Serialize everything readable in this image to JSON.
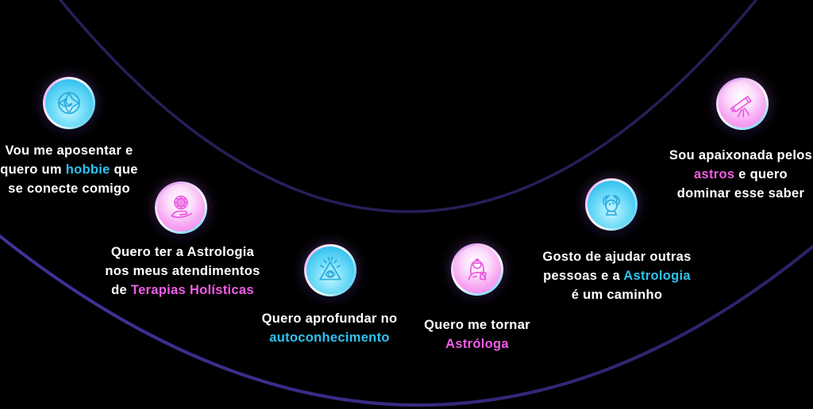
{
  "canvas_background": "#000000",
  "colors": {
    "text": "#ffffff",
    "cyan": "#2cc3f2",
    "pink": "#f25ce6",
    "arc_top": "#2a1d58",
    "arc_bottom_start": "#45309c",
    "arc_bottom_end": "#2e2066"
  },
  "milestones": [
    {
      "icon": "zodiac-sun-icon",
      "variant": "blue",
      "lines": [
        [
          {
            "t": "Vou me aposentar e"
          }
        ],
        [
          {
            "t": "quero um "
          },
          {
            "t": "hobbie",
            "c": "cyan"
          },
          {
            "t": " que"
          }
        ],
        [
          {
            "t": "se conecte comigo"
          }
        ]
      ]
    },
    {
      "icon": "hand-offering-wheel-icon",
      "variant": "pink",
      "lines": [
        [
          {
            "t": "Quero ter a Astrologia"
          }
        ],
        [
          {
            "t": "nos meus atendimentos"
          }
        ],
        [
          {
            "t": "de "
          },
          {
            "t": "Terapias Holísticas",
            "c": "pink"
          }
        ]
      ]
    },
    {
      "icon": "eye-of-providence-icon",
      "variant": "blue",
      "lines": [
        [
          {
            "t": "Quero aprofundar no"
          }
        ],
        [
          {
            "t": "autoconhecimento",
            "c": "cyan"
          }
        ]
      ]
    },
    {
      "icon": "astrologer-woman-icon",
      "variant": "pink",
      "lines": [
        [
          {
            "t": "Quero me tornar"
          }
        ],
        [
          {
            "t": "Astróloga",
            "c": "pink"
          }
        ]
      ]
    },
    {
      "icon": "crystal-ball-icon",
      "variant": "blue",
      "lines": [
        [
          {
            "t": "Gosto de ajudar outras"
          }
        ],
        [
          {
            "t": "pessoas e a "
          },
          {
            "t": "Astrologia",
            "c": "cyan"
          }
        ],
        [
          {
            "t": "é um caminho"
          }
        ]
      ]
    },
    {
      "icon": "telescope-icon",
      "variant": "pink",
      "lines": [
        [
          {
            "t": "Sou apaixonada pelos"
          }
        ],
        [
          {
            "t": "astros",
            "c": "pink"
          },
          {
            "t": " e quero"
          }
        ],
        [
          {
            "t": "dominar esse saber"
          }
        ]
      ]
    }
  ]
}
